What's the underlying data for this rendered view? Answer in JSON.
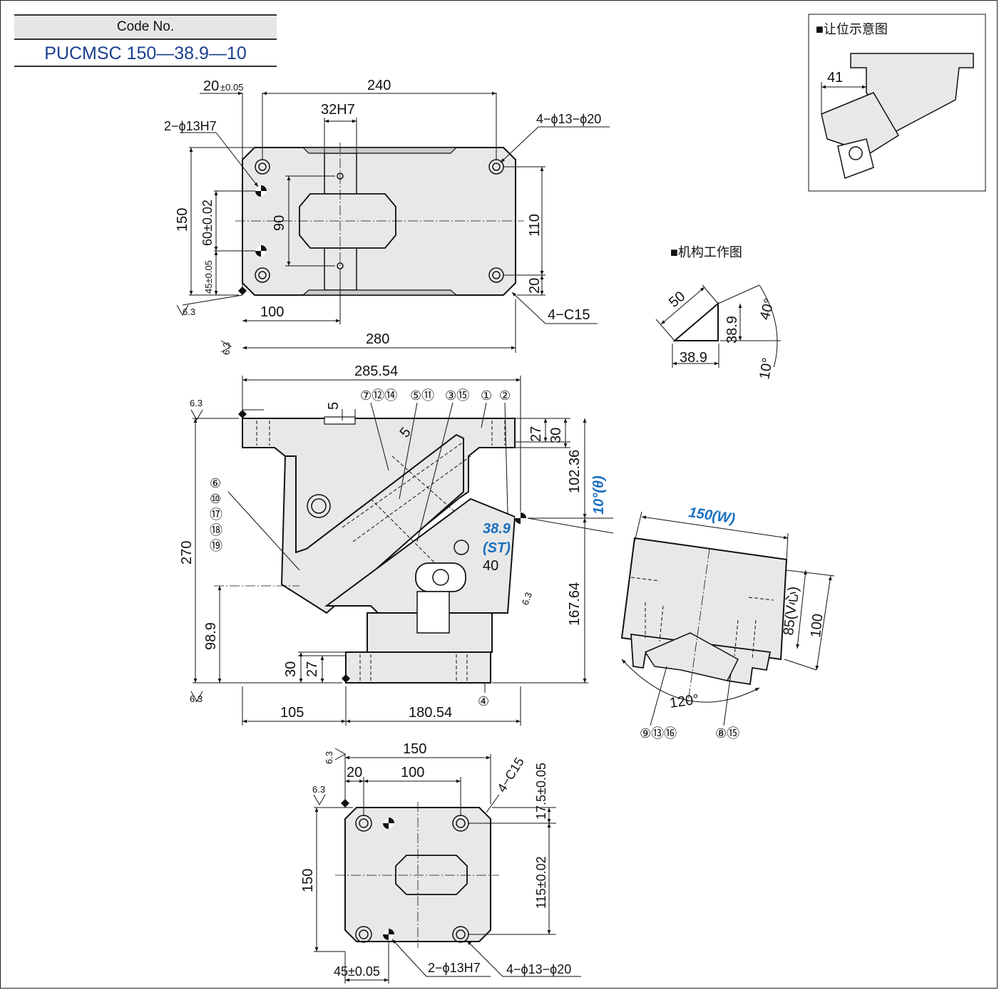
{
  "code_table": {
    "header": "Code No.",
    "value": "PUCMSC 150—38.9—10"
  },
  "top_view": {
    "d_20": "20",
    "tol_005": "±0.05",
    "d_240": "240",
    "d_32h7": "32H7",
    "holes_2": "2−ϕ13H7",
    "holes_4": "4−ϕ13−ϕ20",
    "d_150": "150",
    "d_60": "60±0.02",
    "d_90": "90",
    "d_110": "110",
    "d_45": "45±0.05",
    "d_20b": "20",
    "d_100": "100",
    "chamfer": "4−C15",
    "d_280": "280",
    "rough": "6.3"
  },
  "front_view": {
    "d_28554": "285.54",
    "d_5": "5",
    "d_5b": "5",
    "d_27": "27",
    "d_30": "30",
    "d_10236": "102.36",
    "angle": "10°(θ)",
    "st_value": "38.9",
    "st_label": "(ST)",
    "d_40": "40",
    "d_270": "270",
    "d_16764": "167.64",
    "d_989": "98.9",
    "d_30b": "30",
    "d_27b": "27",
    "d_105": "105",
    "d_18054": "180.54",
    "rough": "6.3",
    "labels_top": [
      "⑦⑫⑭",
      "⑤⑪",
      "③⑮",
      "①",
      "②"
    ],
    "labels_left": [
      "⑥",
      "⑩",
      "⑰",
      "⑱",
      "⑲"
    ],
    "label_4": "④"
  },
  "side_view": {
    "width": "150(W)",
    "d_85": "85(V心)",
    "d_100": "100",
    "angle": "120°",
    "label_a": "⑨⑬⑯",
    "label_b": "⑧⑮"
  },
  "bottom_view": {
    "d_150": "150",
    "d_20": "20",
    "d_100": "100",
    "chamfer": "4−C15",
    "d_175": "17.5±0.05",
    "d_115": "115±0.02",
    "d_150v": "150",
    "d_45": "45±0.05",
    "holes_2": "2−ϕ13H7",
    "holes_4": "4−ϕ13−ϕ20",
    "rough": "6.3"
  },
  "clearance": {
    "title": "■让位示意图",
    "d_41": "41"
  },
  "mechanism": {
    "title": "■机构工作图",
    "d_50": "50",
    "d_389a": "38.9",
    "d_389b": "38.9",
    "a_40": "40°",
    "a_10": "10°"
  }
}
